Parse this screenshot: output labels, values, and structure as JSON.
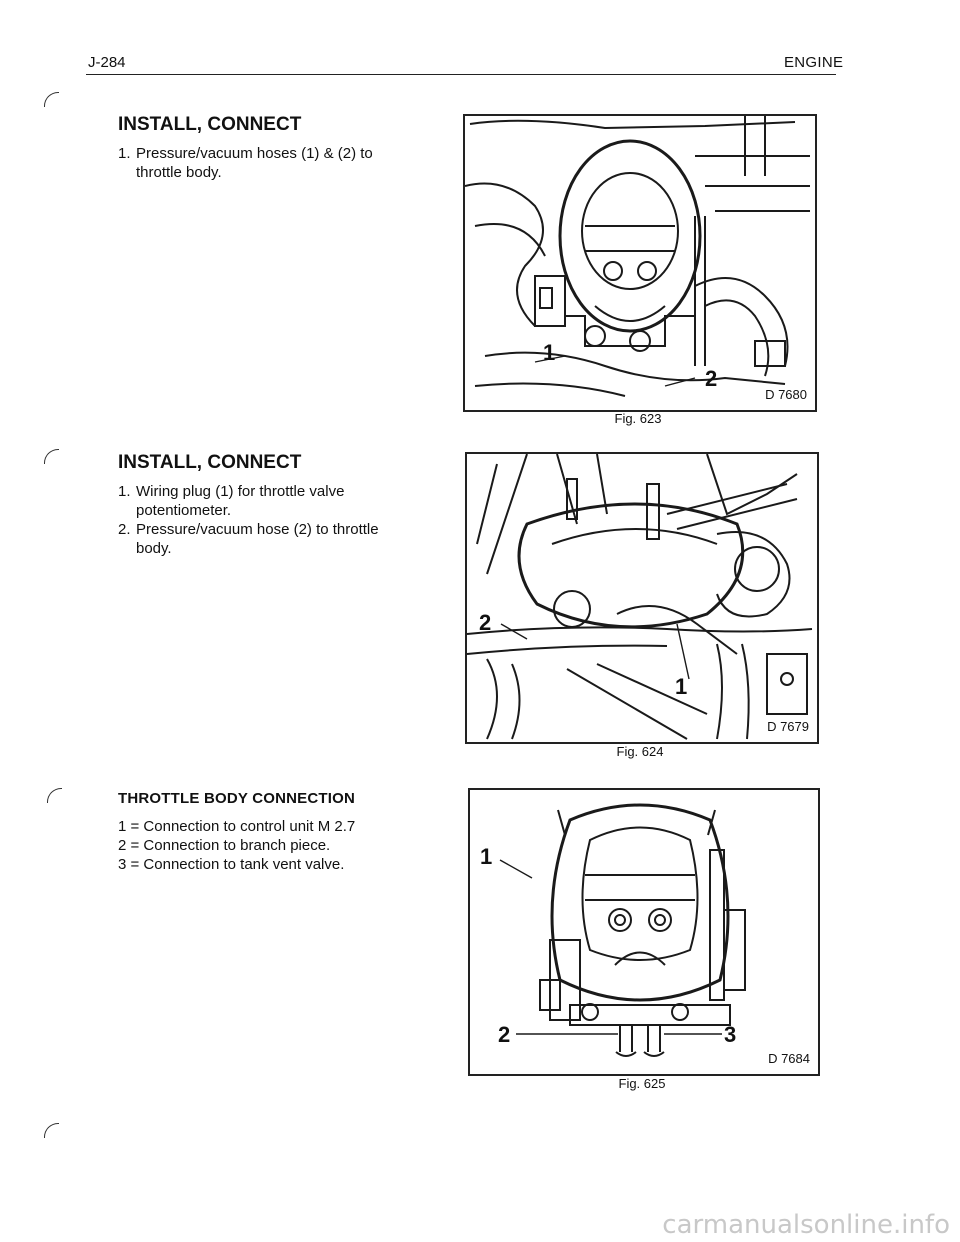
{
  "header": {
    "page_number": "J-284",
    "section": "ENGINE"
  },
  "sections": [
    {
      "title": "INSTALL, CONNECT",
      "items": [
        {
          "num": "1.",
          "text": "Pressure/vacuum hoses (1) & (2) to throttle body."
        }
      ]
    },
    {
      "title": "INSTALL, CONNECT",
      "items": [
        {
          "num": "1.",
          "text": "Wiring plug (1) for throttle valve potentiometer."
        },
        {
          "num": "2.",
          "text": "Pressure/vacuum hose (2) to throttle body."
        }
      ]
    },
    {
      "title": "THROTTLE BODY CONNECTION",
      "items": [
        {
          "text": "1 = Connection to control unit M 2.7"
        },
        {
          "text": "2 = Connection to branch piece."
        },
        {
          "text": "3 = Connection to tank vent valve."
        }
      ]
    }
  ],
  "figures": [
    {
      "caption": "Fig. 623",
      "code": "D 7680",
      "labels": [
        "1",
        "2"
      ]
    },
    {
      "caption": "Fig. 624",
      "code": "D 7679",
      "labels": [
        "2",
        "1"
      ]
    },
    {
      "caption": "Fig. 625",
      "code": "D 7684",
      "labels": [
        "1",
        "2",
        "3"
      ]
    }
  ],
  "watermark": "carmanualsonline.info"
}
